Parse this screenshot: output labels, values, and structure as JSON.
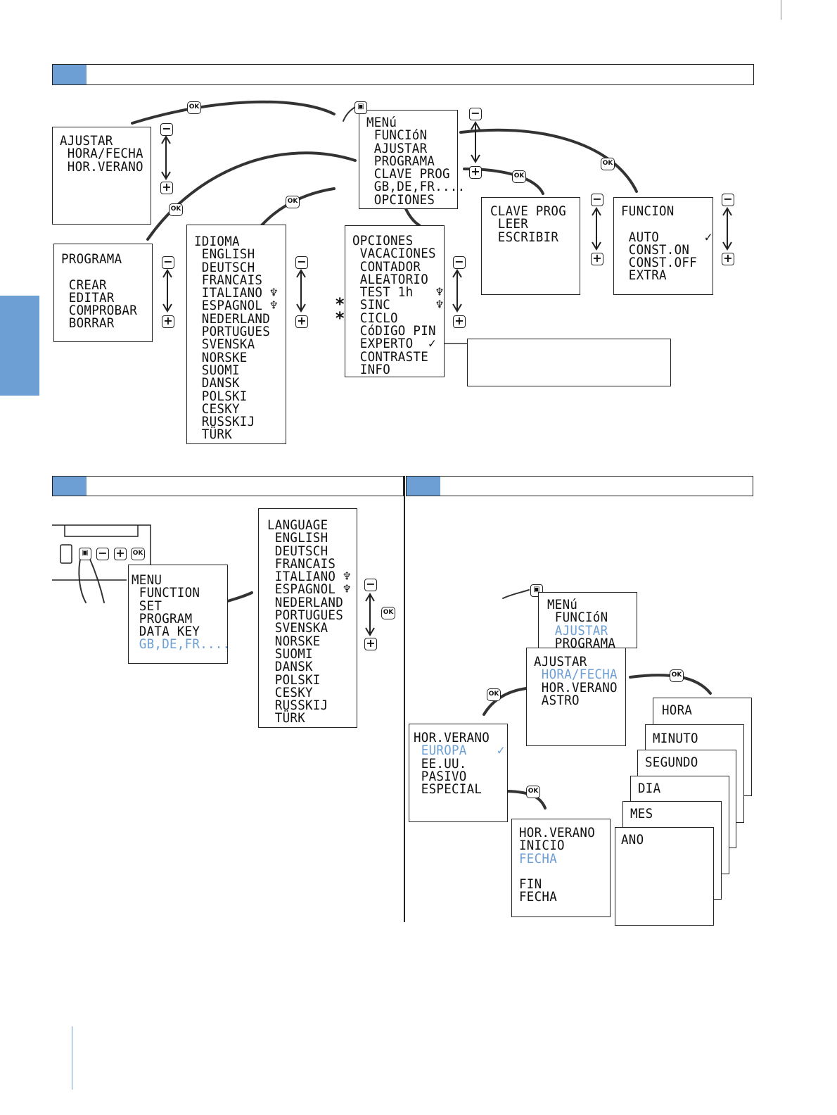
{
  "colors": {
    "accent": "#6d9fd4",
    "sidebar": "#6d9fd4",
    "line": "#222222"
  },
  "buttons": {
    "ok": "OK",
    "minus": "−",
    "plus": "+"
  },
  "asterisk": "*",
  "top_section": {
    "menu": [
      "MENú",
      " FUNCIóN",
      " AJUSTAR",
      " PROGRAMA",
      " CLAVE PROG",
      " GB,DE,FR....",
      " OPCIONES"
    ],
    "ajustar": [
      "AJUSTAR",
      " HORA/FECHA",
      " HOR.VERANO"
    ],
    "programa": [
      "PROGRAMA",
      "",
      " CREAR",
      " EDITAR",
      " COMPROBAR",
      " BORRAR"
    ],
    "idioma": [
      "IDIOMA",
      " ENGLISH",
      " DEUTSCH",
      " FRANCAIS",
      " ITALIANO ♆",
      " ESPAGNOL ♆",
      " NEDERLAND",
      " PORTUGUES",
      " SVENSKA",
      " NORSKE",
      " SUOMI",
      " DANSK",
      " POLSKI",
      " CESKY",
      " RUSSKIJ",
      " TÜRK"
    ],
    "opciones": [
      "OPCIONES",
      " VACACIONES",
      " CONTADOR",
      " ALEATORIO",
      " TEST 1h   ♆",
      " SINC      ♆",
      " CICLO",
      " CóDIGO PIN",
      " EXPERTO  ✓",
      " CONTRASTE",
      " INFO"
    ],
    "clave": [
      "CLAVE PROG",
      " LEER",
      " ESCRIBIR"
    ],
    "funcion": [
      "FUNCION",
      "",
      " AUTO      ✓",
      " CONST.ON",
      " CONST.OFF",
      " EXTRA"
    ]
  },
  "bottom_left": {
    "menu": [
      "MENU",
      " FUNCTION",
      " SET",
      " PROGRAM",
      " DATA KEY",
      " GB,DE,FR...."
    ],
    "language": [
      "LANGUAGE",
      " ENGLISH",
      " DEUTSCH",
      " FRANCAIS",
      " ITALIANO ♆",
      " ESPAGNOL ♆",
      " NEDERLAND",
      " PORTUGUES",
      " SVENSKA",
      " NORSKE",
      " SUOMI",
      " DANSK",
      " POLSKI",
      " CESKY",
      " RUSSKIJ",
      " TÜRK"
    ]
  },
  "bottom_right": {
    "menu": [
      "MENú",
      " FUNCIóN",
      " AJUSTAR",
      " PROGRAMA"
    ],
    "ajustar": [
      "AJUSTAR",
      " HORA/FECHA",
      " HOR.VERANO",
      " ASTRO"
    ],
    "hor_verano": [
      "HOR.VERANO",
      " EUROPA    ✓",
      " EE.UU.",
      " PASIVO",
      " ESPECIAL"
    ],
    "hv_fecha": [
      "HOR.VERANO",
      "INICIO",
      "FECHA",
      "",
      "FIN",
      "FECHA"
    ],
    "hora": "HORA",
    "minuto": "MINUTO",
    "segundo": "SEGUNDO",
    "dia": "DIA",
    "mes": "MES",
    "ano": "ANO"
  }
}
